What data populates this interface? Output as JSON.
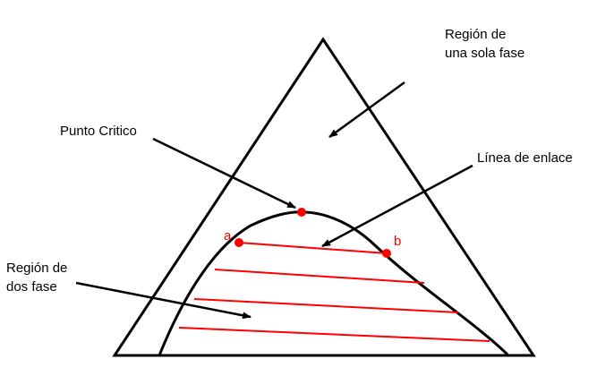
{
  "labels": {
    "single_phase_line1": "Región de",
    "single_phase_line2": "una sola fase",
    "critical_point": "Punto Critico",
    "tie_line": "Línea de enlace",
    "two_phase_line1": "Región de",
    "two_phase_line2": "dos fase",
    "point_a": "a",
    "point_b": "b"
  },
  "colors": {
    "outline": "#000000",
    "tie_lines": "#ff0000",
    "points": "#ff0000",
    "point_labels": "#ff0000"
  }
}
